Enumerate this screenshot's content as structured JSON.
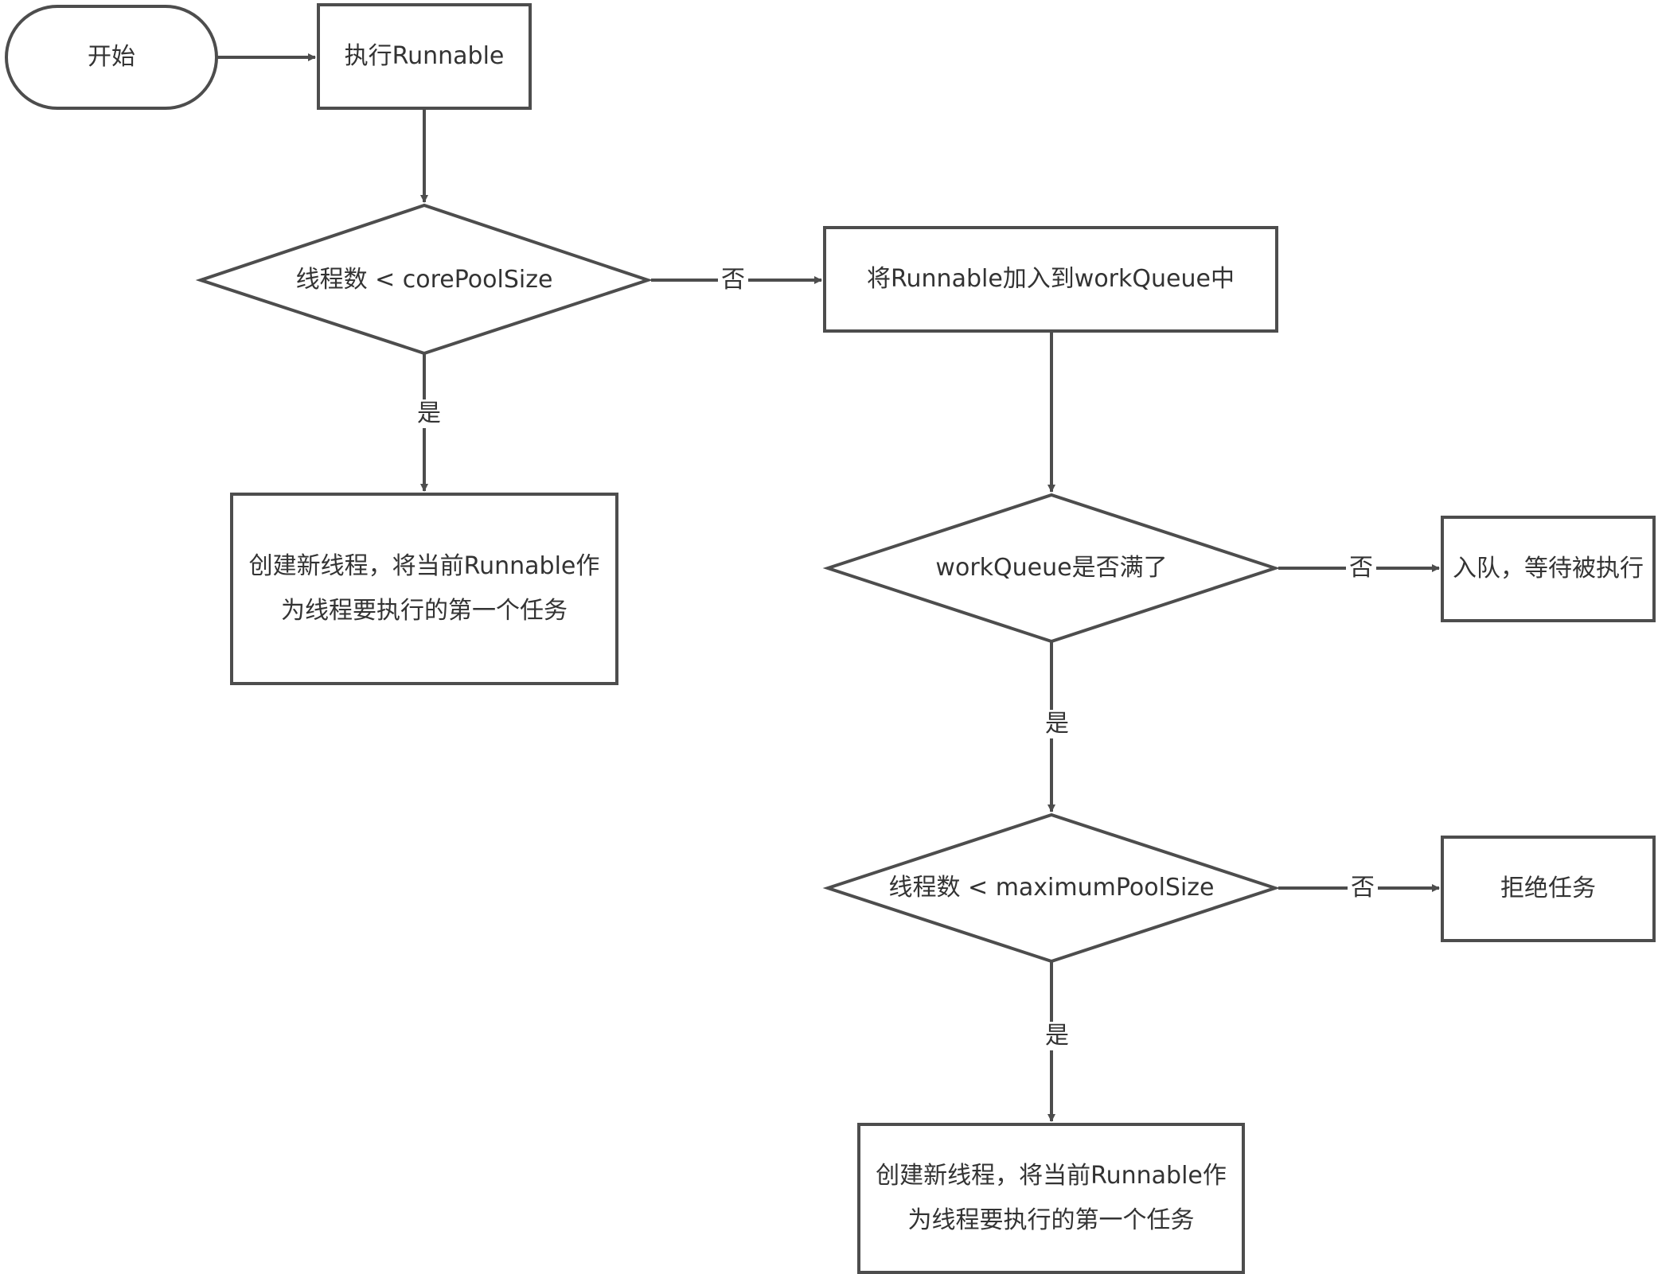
{
  "nodes": {
    "start": "开始",
    "execute": "执行Runnable",
    "core_check": "线程数 < corePoolSize",
    "create_core": "创建新线程，将当前Runnable作\n为线程要执行的第一个任务",
    "enqueue": "将Runnable加入到workQueue中",
    "queue_full": "workQueue是否满了",
    "wait": "入队，等待被执行",
    "max_check": "线程数 < maximumPoolSize",
    "reject": "拒绝任务",
    "create_max": "创建新线程，将当前Runnable作\n为线程要执行的第一个任务"
  },
  "edge_labels": {
    "core_no": "否",
    "core_yes": "是",
    "queue_no": "否",
    "queue_yes": "是",
    "max_no": "否",
    "max_yes": "是"
  },
  "colors": {
    "stroke": "#4d4d4d",
    "text": "#333333",
    "background": "#ffffff"
  }
}
